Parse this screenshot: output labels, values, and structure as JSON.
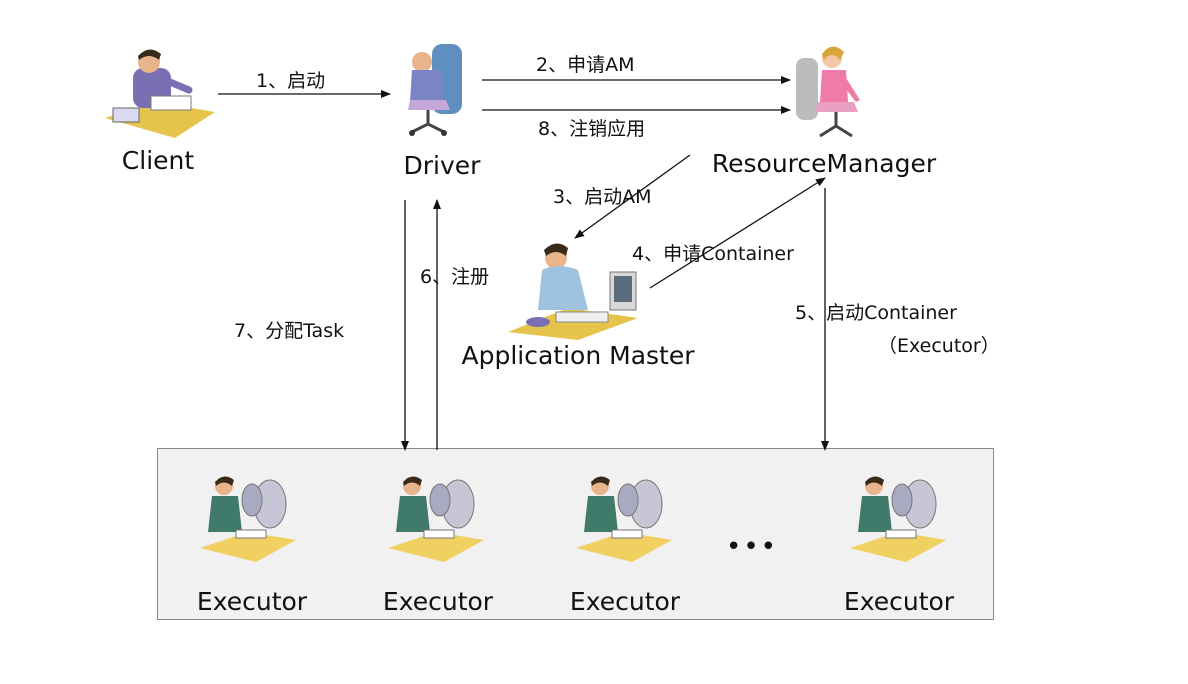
{
  "nodes": {
    "client": "Client",
    "driver": "Driver",
    "resource_manager": "ResourceManager",
    "application_master": "Application Master",
    "executors": [
      "Executor",
      "Executor",
      "Executor",
      "Executor"
    ],
    "ellipsis": "•••"
  },
  "steps": {
    "s1": "1、启动",
    "s2": "2、申请AM",
    "s3": "3、启动AM",
    "s4": "4、申请Container",
    "s5_line1": "5、启动Container",
    "s5_line2": "（Executor）",
    "s6": "6、注册",
    "s7": "7、分配Task",
    "s8": "8、注销应用"
  },
  "icons": {
    "client": "person-at-desk-icon",
    "driver": "person-in-office-chair-icon",
    "resource_manager": "woman-in-office-chair-icon",
    "application_master": "person-at-computer-icon",
    "executor": "worker-at-desk-icon"
  },
  "colors": {
    "arrow": "#111111",
    "box_fill": "#f1f1f1",
    "box_border": "#8a8a8a"
  }
}
